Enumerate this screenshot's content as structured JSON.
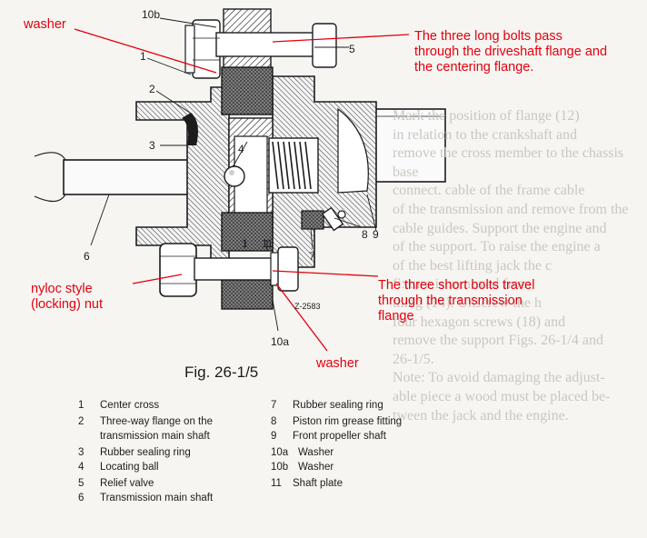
{
  "callouts": {
    "washer_top": "washer",
    "long_bolts": "The three long bolts pass\nthrough the driveshaft flange and\nthe centering flange.",
    "short_bolts": "The three short bolts travel\nthrough the transmission\nflange",
    "nyloc": "nyloc style\n(locking) nut",
    "washer_bottom": "washer"
  },
  "part_labels": {
    "p1": "1",
    "p2": "2",
    "p3": "3",
    "p4": "4",
    "p5": "5",
    "p6": "6",
    "p7": "7",
    "p8": "8",
    "p9": "9",
    "p10a": "10a",
    "p10b": "10b",
    "p11": "11",
    "drawing_code": "Z-2583"
  },
  "figure": {
    "caption": "Fig. 26-1/5"
  },
  "legend": {
    "left": [
      {
        "num": "1",
        "text": "Center cross"
      },
      {
        "num": "2",
        "text": "Three-way flange on the"
      },
      {
        "num": "",
        "text": "transmission main shaft"
      },
      {
        "num": "3",
        "text": "Rubber sealing ring"
      },
      {
        "num": "4",
        "text": "Locating ball"
      },
      {
        "num": "5",
        "text": "Relief valve"
      },
      {
        "num": "6",
        "text": "Transmission main shaft"
      }
    ],
    "right": [
      {
        "num": "7",
        "text": "Rubber sealing ring"
      },
      {
        "num": "8",
        "text": "Piston rim grease fitting"
      },
      {
        "num": "9",
        "text": "Front propeller shaft"
      },
      {
        "num": "10a",
        "text": "Washer"
      },
      {
        "num": "10b",
        "text": "Washer"
      },
      {
        "num": "11",
        "text": "Shaft plate"
      }
    ]
  },
  "page_text": "Mark the position of flange (12)\nin relation to the crankshaft and\nremove the cross member to the chassis base\nconnect. cable of the frame cable\nof the transmission and remove from the\ncable guides. Support the engine and\nof the support. To raise the engine a\nof the best lifting jack the c\nfixture is removed from\nthing (14). Unscrew the h\nfour hexagon screws (18) and\nremove the support Figs. 26-1/4 and\n26-1/5.\nNote: To avoid damaging the adjust-\nable piece a wood must be placed be-\ntween the jack and the engine.",
  "colors": {
    "callout_red": "#e3000f",
    "ink": "#1c1c1c",
    "paper": "#f6f5f1"
  }
}
